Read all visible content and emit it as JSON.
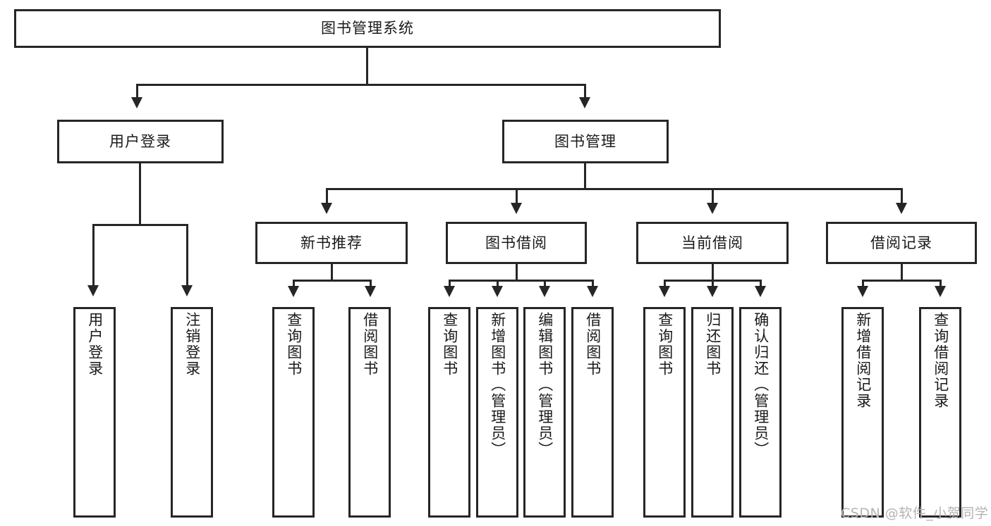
{
  "diagram": {
    "title": "图书管理系统",
    "type": "tree-hierarchy-chart",
    "root": {
      "label": "图书管理系统"
    },
    "level2": [
      {
        "label": "用户登录"
      },
      {
        "label": "图书管理"
      }
    ],
    "level3": [
      {
        "label": "新书推荐"
      },
      {
        "label": "图书借阅"
      },
      {
        "label": "当前借阅"
      },
      {
        "label": "借阅记录"
      }
    ],
    "leaves": {
      "user_login": [
        {
          "label": "用户登录"
        },
        {
          "label": "注销登录"
        }
      ],
      "new_book": [
        {
          "label": "查询图书"
        },
        {
          "label": "借阅图书"
        }
      ],
      "borrow_book": [
        {
          "label": "查询图书"
        },
        {
          "label": "新增图书（管理员）"
        },
        {
          "label": "编辑图书（管理员）"
        },
        {
          "label": "借阅图书"
        }
      ],
      "current_borrow": [
        {
          "label": "查询图书"
        },
        {
          "label": "归还图书"
        },
        {
          "label": "确认归还（管理员）"
        }
      ],
      "borrow_record": [
        {
          "label": "新增借阅记录"
        },
        {
          "label": "查询借阅记录"
        }
      ]
    }
  },
  "watermark": {
    "text": "CSDN @软件_小贺同学"
  },
  "colors": {
    "stroke": "#262626",
    "background": "#ffffff",
    "text": "#1a1a1a",
    "watermark": "#b4b4b4"
  }
}
